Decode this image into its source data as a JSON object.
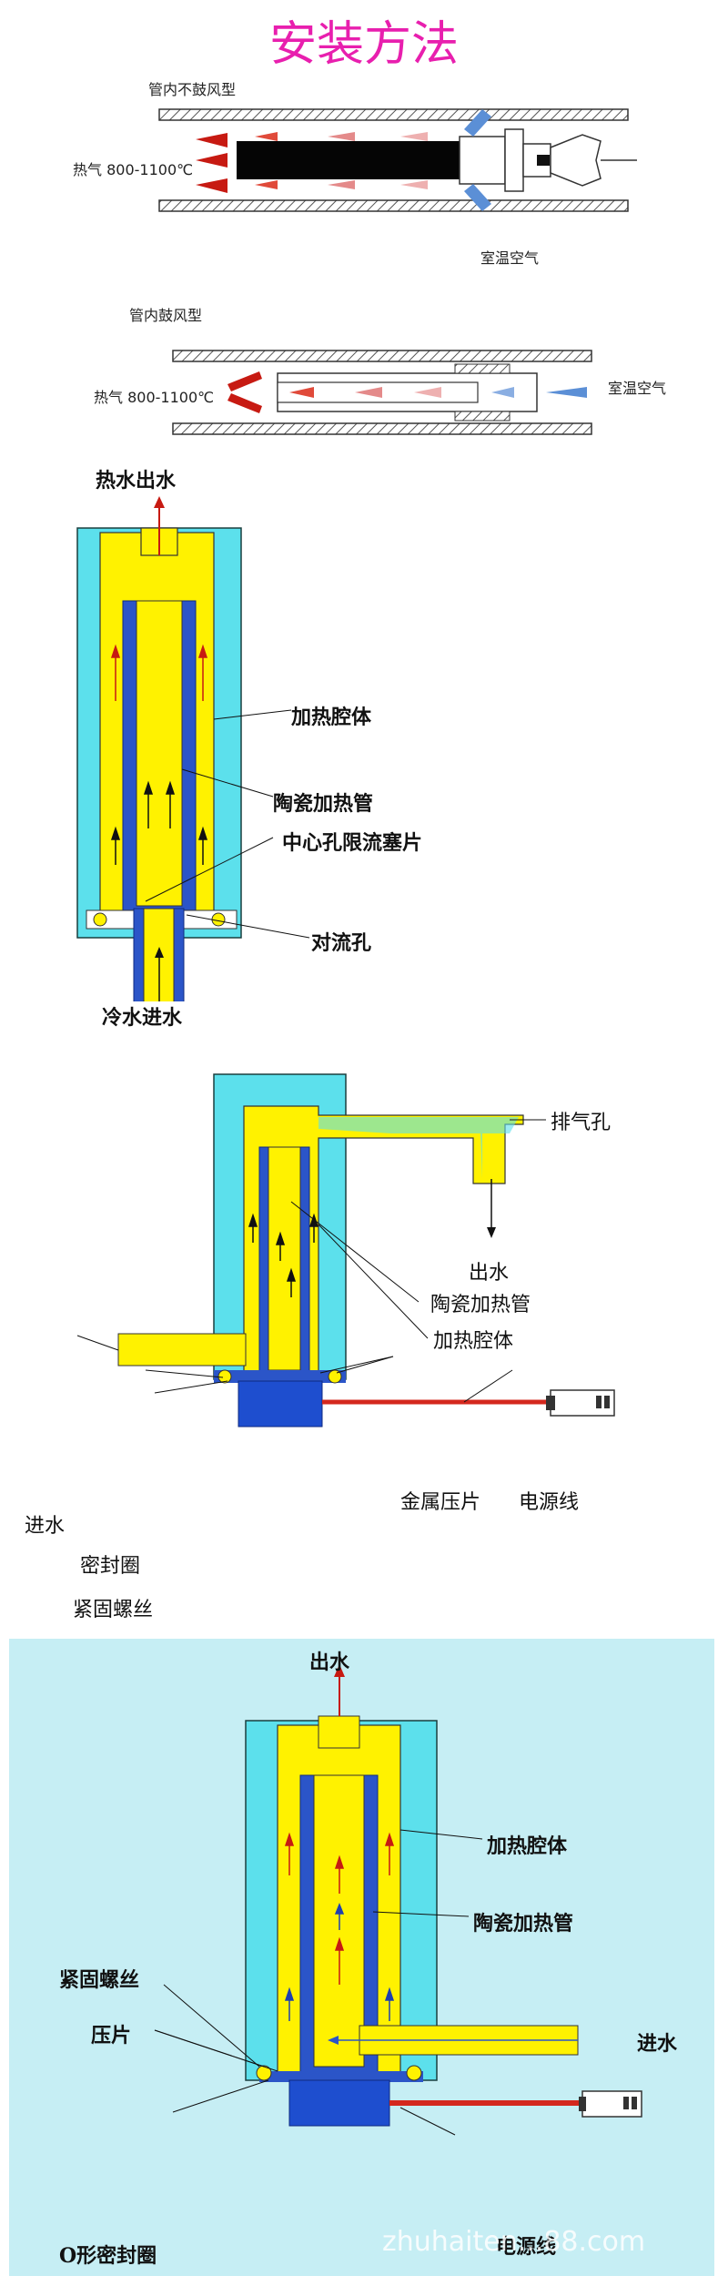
{
  "page": {
    "title": "安装方法"
  },
  "fig1": {
    "heading": "管内不鼓风型",
    "hot_air": "热气 800-1100℃",
    "room_air": "室温空气"
  },
  "fig2": {
    "heading": "管内鼓风型",
    "hot_air": "热气 800-1100℃",
    "room_air": "室温空气"
  },
  "fig3": {
    "outlet": "热水出水",
    "chamber": "加热腔体",
    "tube": "陶瓷加热管",
    "plug": "中心孔限流塞片",
    "hole": "对流孔",
    "inlet": "冷水进水"
  },
  "fig4": {
    "vent": "排气孔",
    "outlet": "出水",
    "tube": "陶瓷加热管",
    "chamber": "加热腔体",
    "inlet": "进水",
    "plate": "金属压片",
    "cable": "电源线",
    "seal": "密封圈",
    "screw": "紧固螺丝"
  },
  "fig5": {
    "outlet": "出水",
    "chamber": "加热腔体",
    "tube": "陶瓷加热管",
    "screw": "紧固螺丝",
    "plate": "压片",
    "inlet": "进水",
    "oring": "O形密封圈",
    "cable": "电源线",
    "watermark": "zhuhaiten...88.com"
  },
  "colors": {
    "title": "#e81fae",
    "cyan": "#5ce0ec",
    "yellow": "#fff200",
    "blue": "#2b55c8",
    "red_arrow": "#d4281e",
    "blue_arrow": "#5b8fd6"
  }
}
